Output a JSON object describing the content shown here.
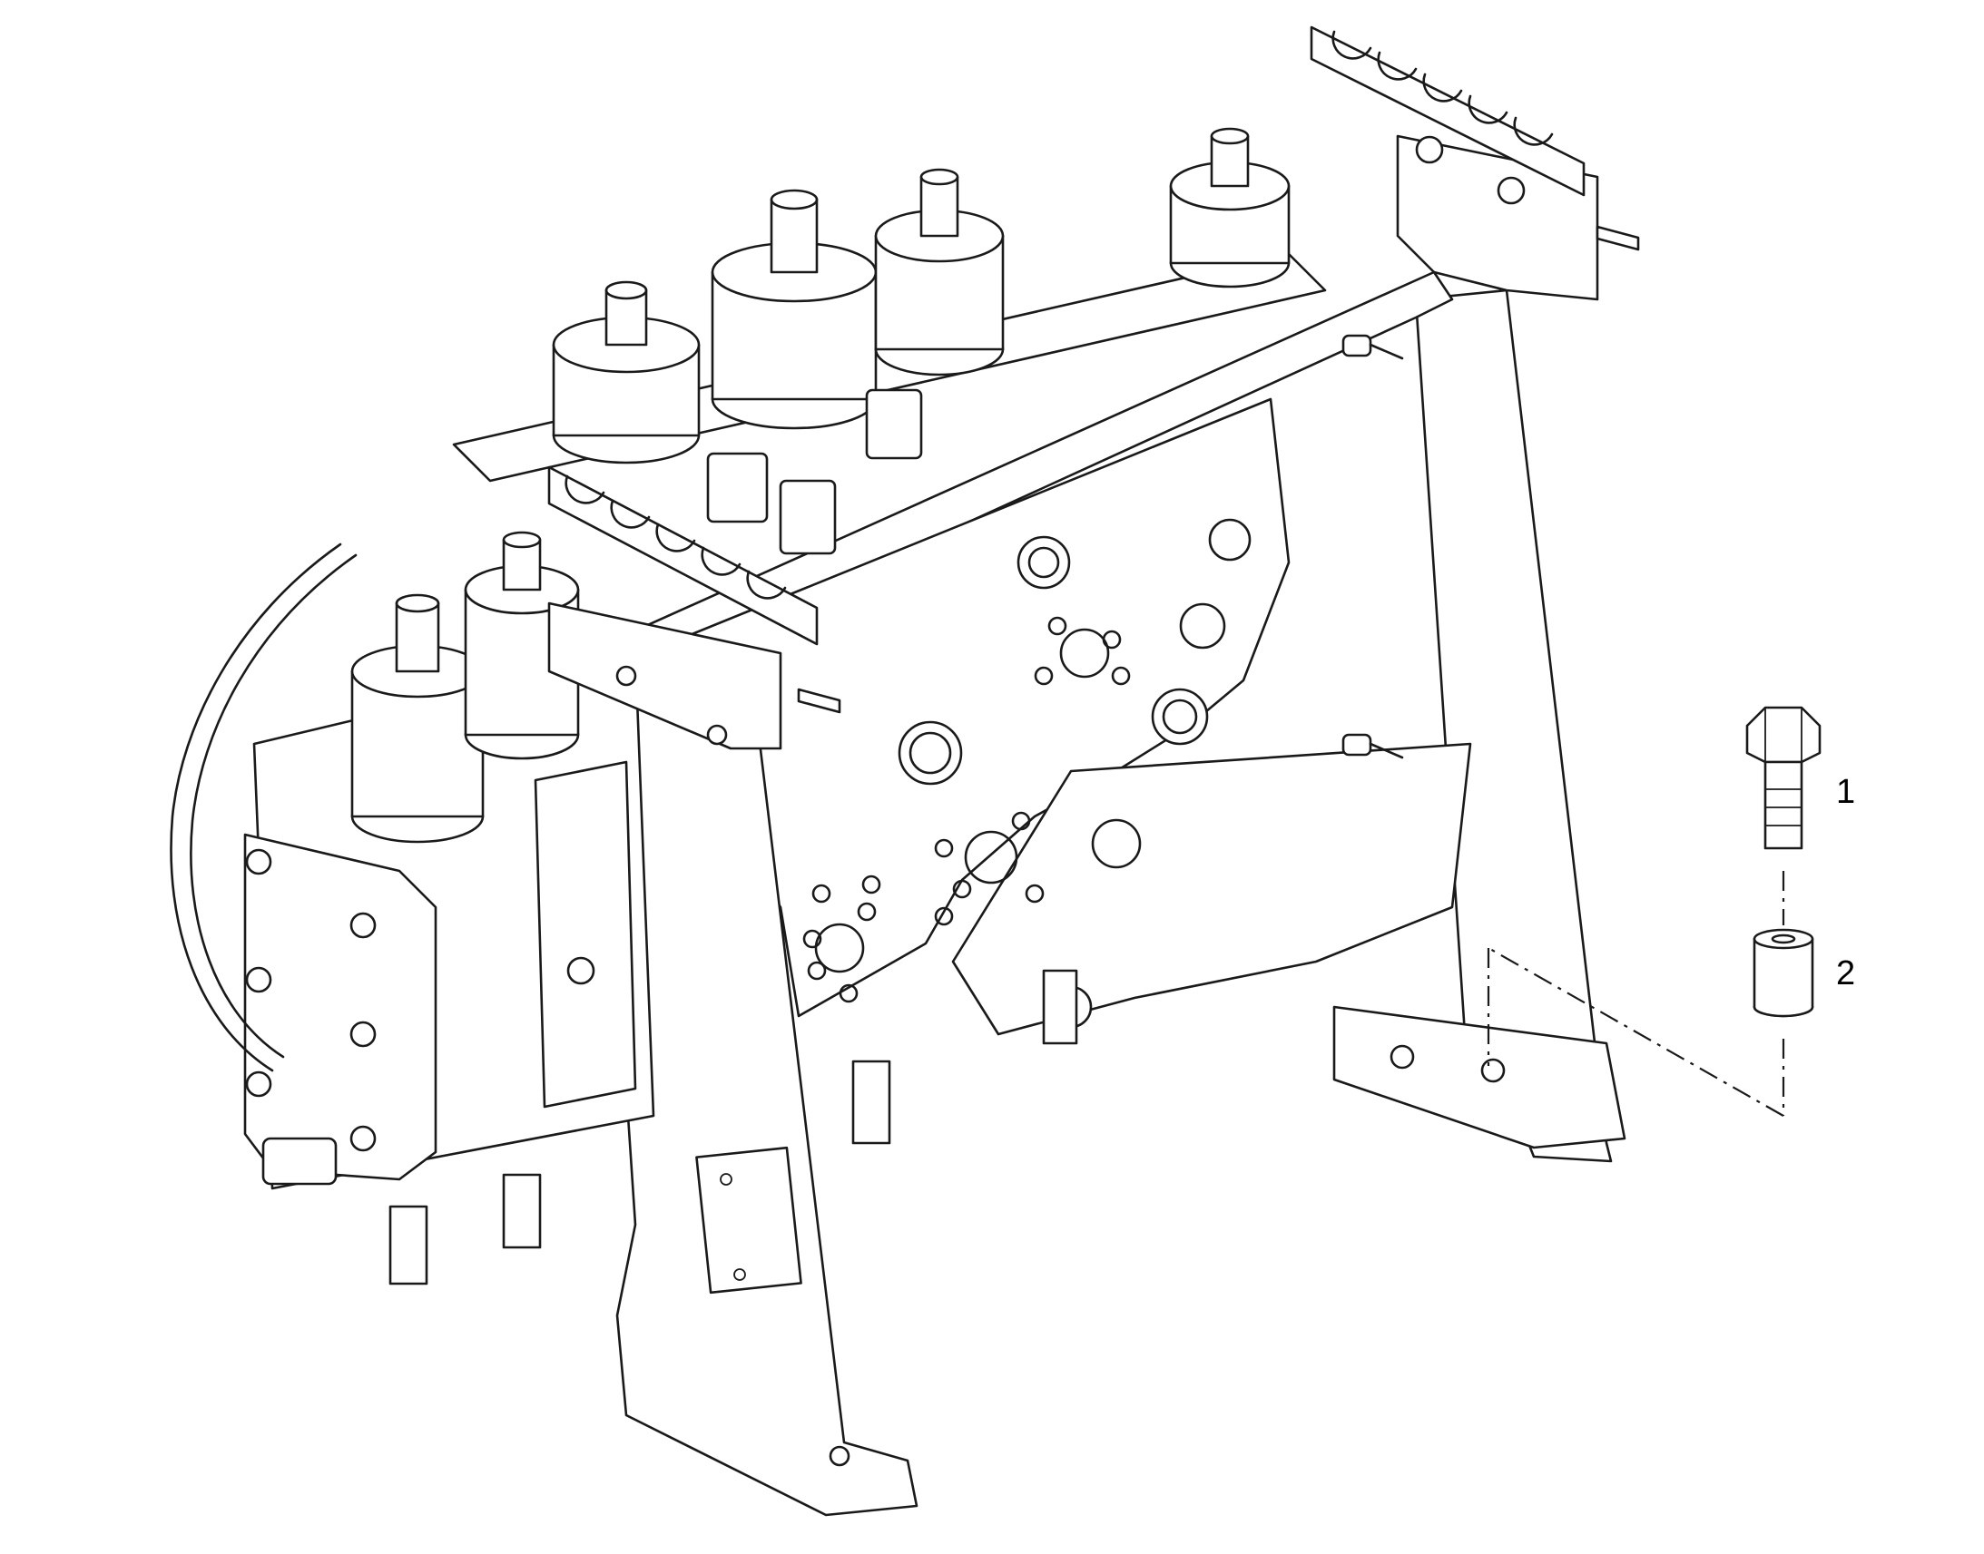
{
  "diagram": {
    "callouts": [
      {
        "id": "1",
        "label": "1",
        "part": "hex-bolt"
      },
      {
        "id": "2",
        "label": "2",
        "part": "spacer-bushing"
      }
    ]
  },
  "colors": {
    "line": "#1a1a1a",
    "background": "#ffffff"
  }
}
